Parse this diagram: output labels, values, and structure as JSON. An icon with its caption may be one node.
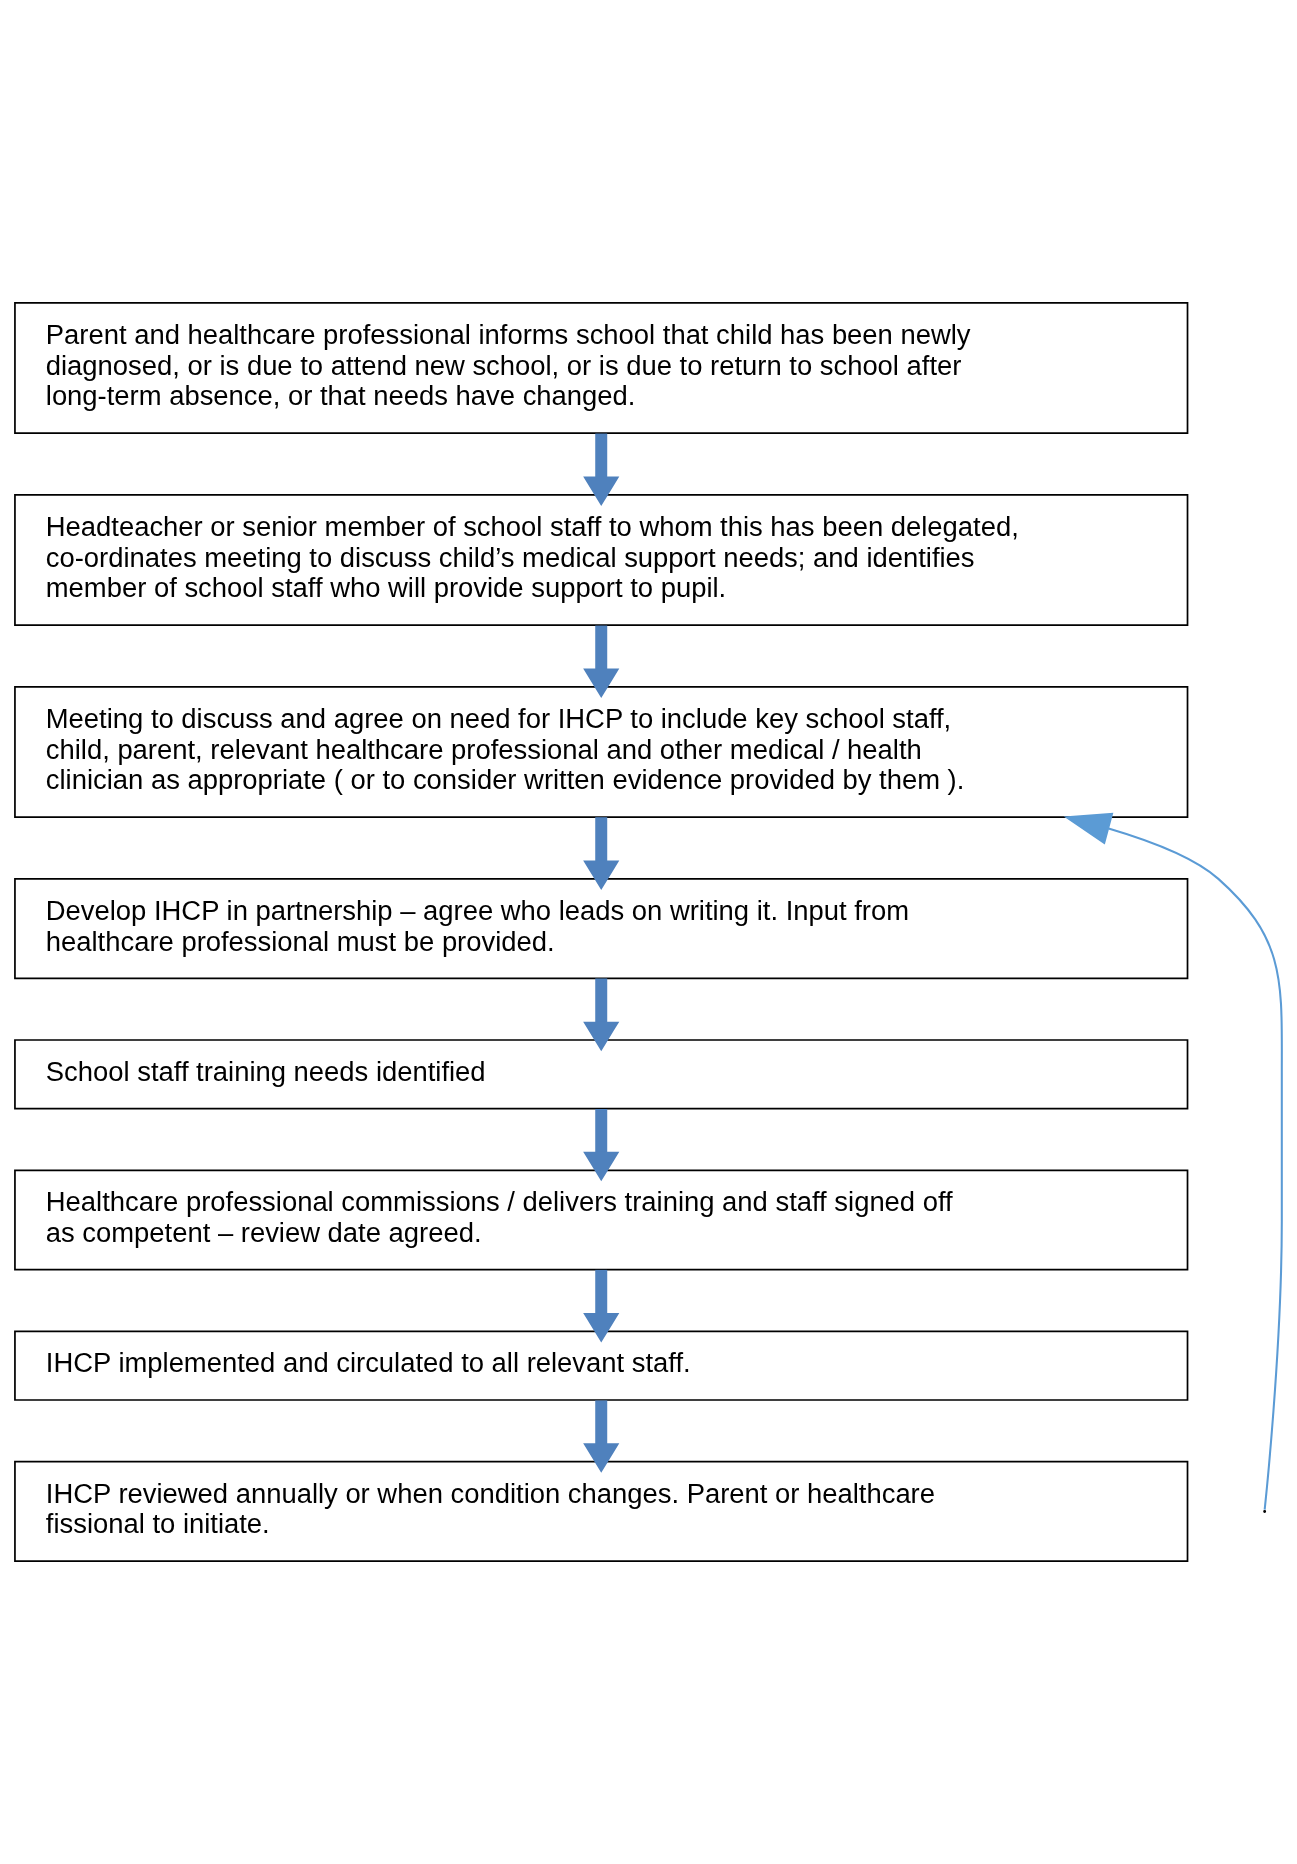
{
  "diagram": {
    "nodes": [
      {
        "text": [
          "Parent and healthcare professional informs school that child has been newly diagnosed, or is due to attend new school, or is due to return to school after long-term absence, or that needs have changed."
        ]
      },
      {
        "text": [
          "Headteacher or senior member of school staff to whom this has been delegated, co-ordinates meeting to discuss child’s medical support needs; and identifies member of school staff who will provide support to pupil."
        ]
      },
      {
        "text": [
          "Meeting to discuss and agree on need for IHCP to include key school staff, child, parent, relevant healthcare professional and other medical / health clinician as appropriate ( or to consider written evidence provided by them )."
        ]
      },
      {
        "text": [
          "Develop IHCP in partnership – agree who leads on writing it. Input from healthcare professional must be provided."
        ]
      },
      {
        "text": [
          "School staff training needs identified"
        ]
      },
      {
        "text": [
          "Healthcare professional commissions / delivers training and staff signed off as competent – review date agreed."
        ]
      },
      {
        "text": [
          "IHCP implemented and circulated to all relevant staff."
        ]
      },
      {
        "text": [
          "IHCP reviewed annually or when condition changes. Parent or healthcare fissional to initiate."
        ]
      }
    ],
    "edges": [
      {
        "from": 0,
        "to": 1,
        "arrow": "to"
      },
      {
        "from": 1,
        "to": 2,
        "arrow": "to"
      },
      {
        "from": 2,
        "to": 3,
        "arrow": "to"
      },
      {
        "from": 3,
        "to": 4,
        "arrow": "to"
      },
      {
        "from": 4,
        "to": 5,
        "arrow": "to"
      },
      {
        "from": 5,
        "to": 6,
        "arrow": "to"
      },
      {
        "from": 6,
        "to": 7,
        "arrow": "to"
      },
      {
        "from": null,
        "to": 2,
        "arrow": "to",
        "color": "#5b9bd5"
      }
    ]
  }
}
